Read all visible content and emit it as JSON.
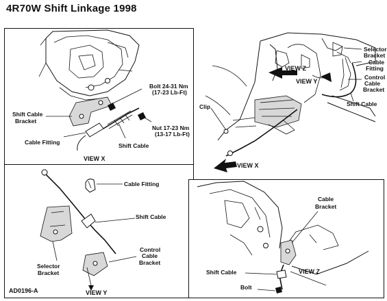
{
  "title": "4R70W Shift Linkage 1998",
  "figure_id": "AD0196-A",
  "view_x": {
    "caption": "VIEW X",
    "bolt": "Bolt 24-31 Nm",
    "bolt_torque": "(17-23 Lb-Ft)",
    "bracket": "Shift Cable",
    "bracket_2": "Bracket",
    "fitting": "Cable Fitting",
    "cable": "Shift Cable",
    "nut": "Nut 17-23 Nm",
    "nut_torque": "(13-17 Lb-Ft)"
  },
  "overview": {
    "selector": "Selector",
    "selector_2": "Bracket",
    "cable_fitting": "Cable",
    "cable_fitting_2": "Fitting",
    "control": "Control",
    "control_2": "Cable",
    "control_3": "Bracket",
    "shift_cable": "Shift Cable",
    "clip": "Clip",
    "view_z": "VIEW Z",
    "view_y": "VIEW Y",
    "view_x": "VIEW X"
  },
  "view_y": {
    "caption": "VIEW Y",
    "fitting": "Cable Fitting",
    "cable": "Shift Cable",
    "control": "Control",
    "control_2": "Cable",
    "control_3": "Bracket",
    "selector": "Selector",
    "selector_2": "Bracket"
  },
  "view_z": {
    "caption": "VIEW Z",
    "bracket": "Cable",
    "bracket_2": "Bracket",
    "cable": "Shift Cable",
    "bolt": "Bolt"
  }
}
